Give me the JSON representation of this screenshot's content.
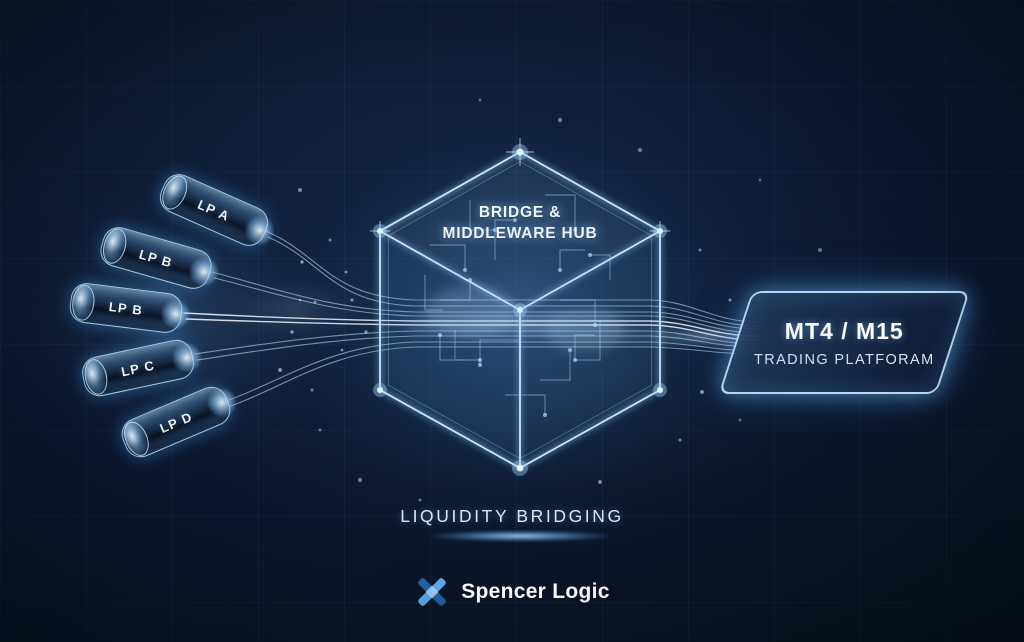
{
  "colors": {
    "background": "#0b1830",
    "accent": "#8fd4ff",
    "logo_light": "#5fa8e8",
    "logo_dark": "#2b5ea7"
  },
  "diagram": {
    "pipes": [
      {
        "label": "LP A"
      },
      {
        "label": "LP B"
      },
      {
        "label": "LP B"
      },
      {
        "label": "LP C"
      },
      {
        "label": "LP D"
      }
    ],
    "hub": {
      "title_line1": "BRIDGE &",
      "title_line2": "MIDDLEWARE HUB"
    },
    "platform": {
      "title": "MT4 / M15",
      "subtitle": "TRADING PLATFORAM"
    },
    "caption": "LIQUIDITY BRIDGING"
  },
  "footer": {
    "brand": "Spencer Logic"
  }
}
